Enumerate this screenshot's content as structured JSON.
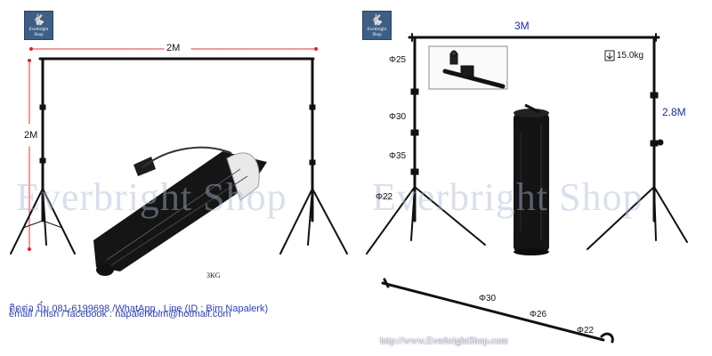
{
  "logo": {
    "text": "Everbright Shop"
  },
  "watermark": {
    "text": "Everbright Shop"
  },
  "left_panel": {
    "width_label": "2M",
    "height_label": "2M",
    "bag_weight_label": "3KG"
  },
  "right_panel": {
    "width_label": "3M",
    "height_label": "2.8M",
    "diameters": [
      "Φ25",
      "Φ30",
      "Φ35",
      "Φ22"
    ],
    "max_load": "15.0kg",
    "crossbar_diameters": [
      "Φ30",
      "Φ26",
      "Φ22"
    ]
  },
  "contact": {
    "line1": "ติดต่อ บิ๋ม 081-6199698 /WhatApp , Line (ID : Bim Napalerk)",
    "line2": "email / msn / facebook : napalerkbim@hotmail.com"
  },
  "url": "http://www.EverbrightShop.com",
  "colors": {
    "logo_bg": "#3d5f86",
    "dimension_red": "#e0202a",
    "dimension_blue": "#1a2ea8",
    "contact_blue": "#2b3fb5"
  }
}
